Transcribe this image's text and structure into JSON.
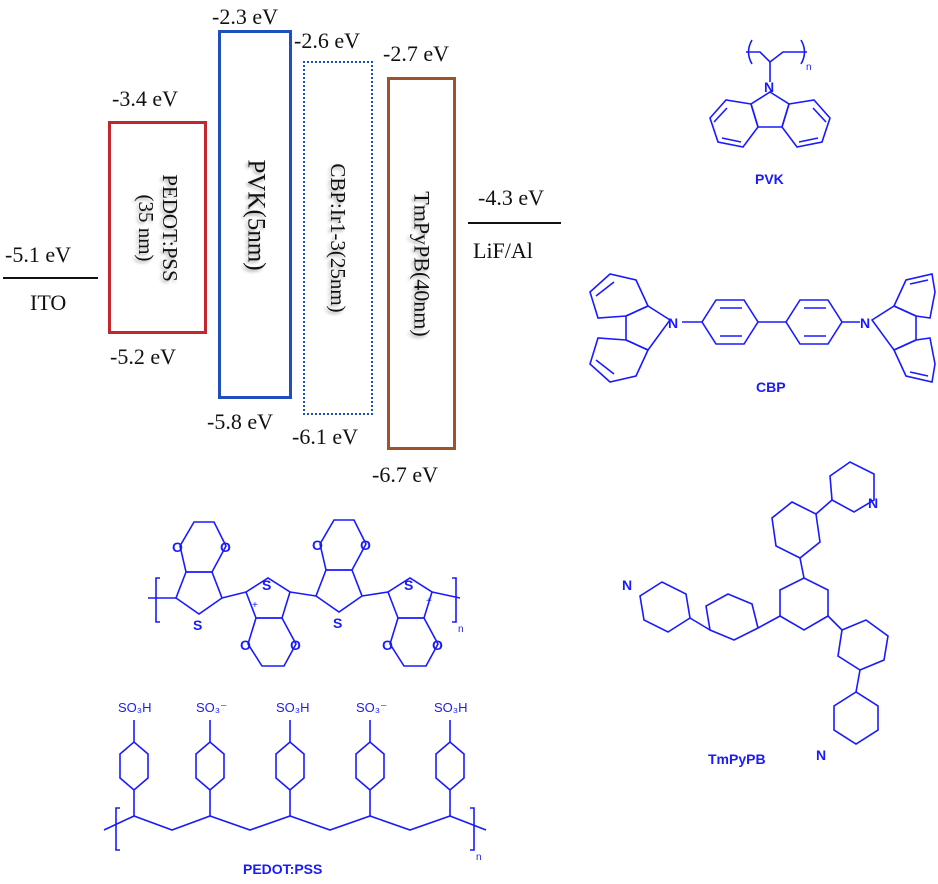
{
  "energy_diagram": {
    "ito": {
      "level": "-5.1 eV",
      "name": "ITO"
    },
    "pedot_layer": {
      "lumo": "-3.4 eV",
      "homo": "-5.2 eV",
      "line1": "PEDOT:PSS",
      "line2": "(35 nm)",
      "color": "#c0282d"
    },
    "pvk_layer": {
      "lumo": "-2.3 eV",
      "homo": "-5.8 eV",
      "name": "PVK(5nm)",
      "color": "#1f4fbf"
    },
    "cbp_layer": {
      "lumo": "-2.6 eV",
      "homo": "-6.1 eV",
      "name": "CBP:Ir1-3(25nm)",
      "color": "#1f4fbf"
    },
    "tmpypb_layer": {
      "lumo": "-2.7 eV",
      "homo": "-6.7 eV",
      "name": "TmPyPB(40nm)",
      "color": "#a0522d"
    },
    "cathode": {
      "level": "-4.3 eV",
      "name": "LiF/Al"
    }
  },
  "structures": {
    "pvk": "PVK",
    "cbp": "CBP",
    "tmpypb": "TmPyPB",
    "pedot_pss": "PEDOT:PSS",
    "atoms": {
      "n": "N",
      "s": "S",
      "o": "O",
      "sub_n": "n",
      "plus": "+",
      "so3h": "SO₃H",
      "so3m": "SO₃⁻"
    },
    "color": "#1a1aff"
  }
}
